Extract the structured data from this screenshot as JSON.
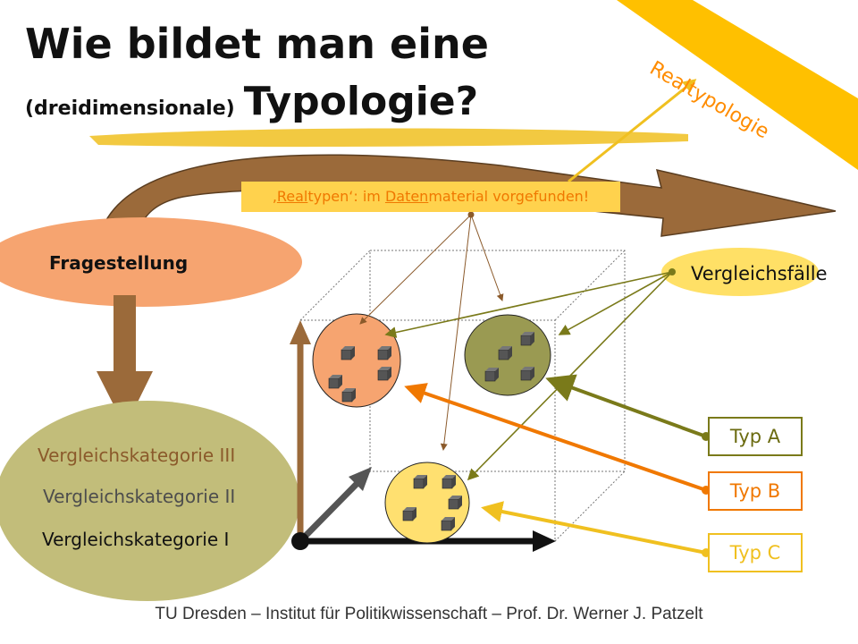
{
  "title": {
    "line1": "Wie bildet man eine",
    "line2_small": "(dreidimensionale)",
    "line2_big": "Typologie?"
  },
  "banner": {
    "label": "Realtypologie"
  },
  "realtypen_note": {
    "prefix": "‚",
    "part1": "Real",
    "part2": "typen‘: im ",
    "part3": "Daten",
    "part4": "material vorgefunden!"
  },
  "fragestellung": {
    "label": "Fragestellung"
  },
  "vergleichsfaelle": {
    "label": "Vergleichsfälle"
  },
  "kategorien": {
    "k3": "Vergleichskategorie III",
    "k2": "Vergleichskategorie II",
    "k1": "Vergleichskategorie I"
  },
  "typen": {
    "a": "Typ A",
    "b": "Typ B",
    "c": "Typ C"
  },
  "footer": "TU Dresden – Institut für Politikwissenschaft – Prof. Dr. Werner J. Patzelt",
  "colors": {
    "orange": "#f07800",
    "yellow": "#f0c020",
    "olive": "#7a7a1a",
    "brown": "#9b6a3a",
    "salmon": "#f6a470",
    "sage": "#c2bd7a"
  }
}
